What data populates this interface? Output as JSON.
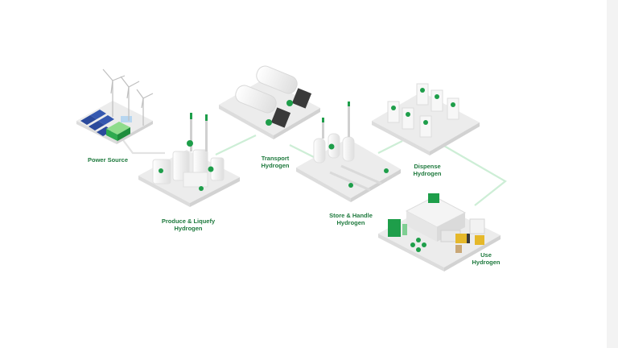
{
  "colors": {
    "accent": "#1e9e4a",
    "light_accent": "#9bd8a8",
    "connector": "#cdeed6",
    "platform_top": "#ececec",
    "platform_side": "#dcdcdc",
    "label_text": "#1f7a3e"
  },
  "stages": {
    "power": {
      "line1": "Power Source",
      "line2": ""
    },
    "produce": {
      "line1": "Produce  &  Liquefy",
      "line2": "Hydrogen"
    },
    "transport": {
      "line1": "Transport",
      "line2": "Hydrogen"
    },
    "store": {
      "line1": "Store & Handle",
      "line2": "Hydrogen"
    },
    "dispense": {
      "line1": "Dispense",
      "line2": "Hydrogen"
    },
    "use": {
      "line1": "Use",
      "line2": "Hydrogen"
    }
  },
  "icons": {
    "power": "wind-solar-icon",
    "produce": "hydrogen-plant-icon",
    "transport": "tanker-truck-icon",
    "store": "storage-tank-icon",
    "dispense": "fuel-dispenser-icon",
    "use": "warehouse-forklift-icon"
  }
}
